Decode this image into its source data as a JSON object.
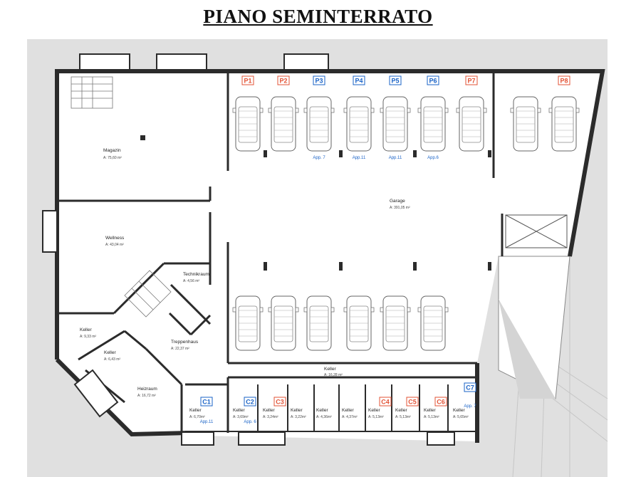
{
  "title": "PIANO SEMINTERRATO",
  "rooms": {
    "magazin": {
      "name": "Magazin",
      "area": "A: 75,60 m²"
    },
    "wellness": {
      "name": "Wellness",
      "area": "A: 43,04 m²"
    },
    "technikraum": {
      "name": "Technikraum",
      "area": "A: 4,56 m²"
    },
    "garage": {
      "name": "Garage",
      "area": "A: 391,05 m²"
    },
    "treppenhaus": {
      "name": "Treppenhaus",
      "area": "A: 22,37 m²"
    },
    "keller_left": {
      "name": "Keller",
      "area": "A: 9,33 m²"
    },
    "keller_left2": {
      "name": "Keller",
      "area": "A: 6,43 m²"
    },
    "heizraum": {
      "name": "Heizraum",
      "area": "A: 16,72 m²"
    },
    "keller_corridor": {
      "name": "Keller",
      "area": "A: 16,28 m²"
    }
  },
  "parking": [
    {
      "label": "P1",
      "color": "#e35336",
      "note": ""
    },
    {
      "label": "P2",
      "color": "#e35336",
      "note": ""
    },
    {
      "label": "P3",
      "color": "#1a63c7",
      "note": "App. 7"
    },
    {
      "label": "P4",
      "color": "#1a63c7",
      "note": "App.11"
    },
    {
      "label": "P5",
      "color": "#1a63c7",
      "note": "App.11"
    },
    {
      "label": "P6",
      "color": "#1a63c7",
      "note": "App.6"
    },
    {
      "label": "P7",
      "color": "#e35336",
      "note": ""
    },
    {
      "label": "P8",
      "color": "#e35336",
      "note": ""
    }
  ],
  "cellars": [
    {
      "label": "C1",
      "color": "#1a63c7",
      "name": "Keller",
      "area": "A: 6,70m²",
      "note": "App.11"
    },
    {
      "label": "C2",
      "color": "#1a63c7",
      "name": "Keller",
      "area": "A: 3,69m²",
      "note": "App. 6"
    },
    {
      "label": "C3",
      "color": "#e35336",
      "name": "Keller",
      "area": "A: 3,24m²",
      "note": ""
    },
    {
      "label": "",
      "color": "",
      "name": "Keller",
      "area": "A: 3,22m²",
      "note": ""
    },
    {
      "label": "",
      "color": "",
      "name": "Keller",
      "area": "A: 4,36m²",
      "note": ""
    },
    {
      "label": "",
      "color": "",
      "name": "Keller",
      "area": "A: 4,37m²",
      "note": ""
    },
    {
      "label": "C4",
      "color": "#e35336",
      "name": "Keller",
      "area": "A: 5,13m²",
      "note": ""
    },
    {
      "label": "C5",
      "color": "#e35336",
      "name": "Keller",
      "area": "A: 5,13m²",
      "note": ""
    },
    {
      "label": "C6",
      "color": "#e35336",
      "name": "Keller",
      "area": "A: 5,13m²",
      "note": ""
    },
    {
      "label": "C7",
      "color": "#1a63c7",
      "name": "Keller",
      "area": "A: 5,65m²",
      "note": "App. 7"
    }
  ],
  "colors": {
    "wall": "#2b2b2b",
    "background": "#e0e0e0",
    "floor": "#ffffff",
    "red_tag": "#e35336",
    "blue_tag": "#1a63c7"
  }
}
